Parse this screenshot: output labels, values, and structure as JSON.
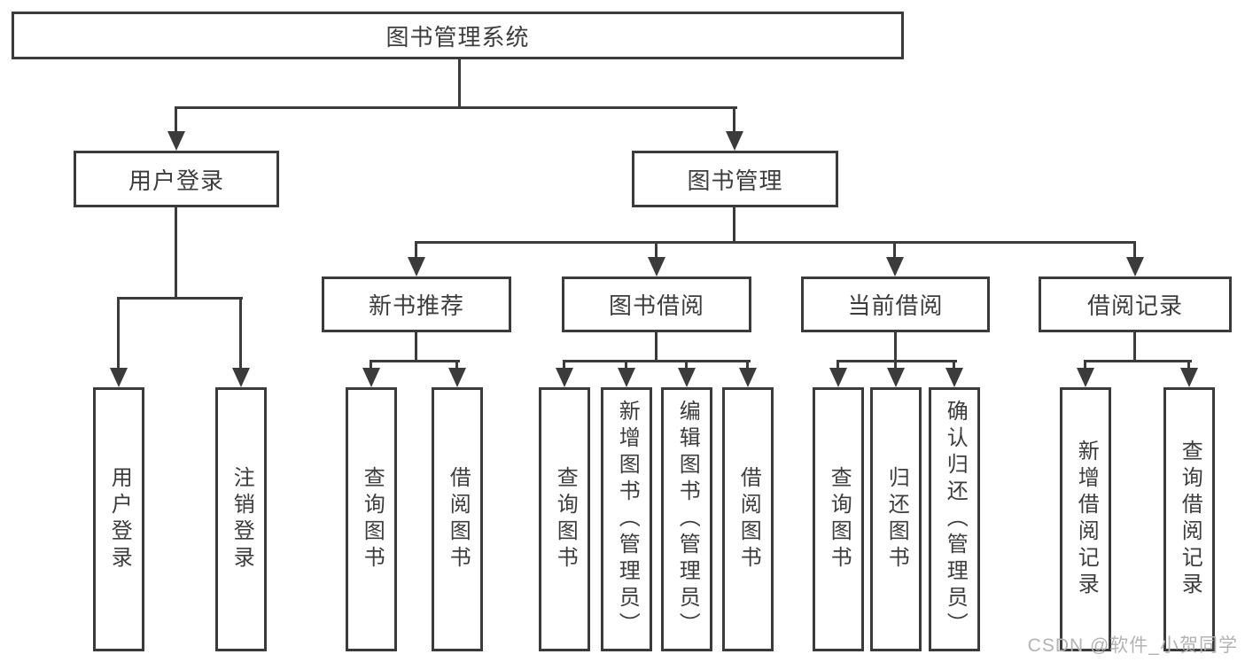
{
  "colors": {
    "line": "#3b3b3b",
    "text": "#3d3d3d",
    "box_fill": "#ffffff",
    "watermark": "#b3b3b3",
    "background": "#ffffff"
  },
  "watermark": "CSDN @软件_小贺同学",
  "tree": {
    "label": "图书管理系统",
    "children": [
      {
        "label": "用户登录",
        "children": [
          {
            "label": "用户登录"
          },
          {
            "label": "注销登录"
          }
        ]
      },
      {
        "label": "图书管理",
        "children": [
          {
            "label": "新书推荐",
            "children": [
              {
                "label": "查询图书"
              },
              {
                "label": "借阅图书"
              }
            ]
          },
          {
            "label": "图书借阅",
            "children": [
              {
                "label": "查询图书"
              },
              {
                "label": "新增图书（管理员）"
              },
              {
                "label": "编辑图书（管理员）"
              },
              {
                "label": "借阅图书"
              }
            ]
          },
          {
            "label": "当前借阅",
            "children": [
              {
                "label": "查询图书"
              },
              {
                "label": "归还图书"
              },
              {
                "label": "确认归还（管理员）"
              }
            ]
          },
          {
            "label": "借阅记录",
            "children": [
              {
                "label": "新增借阅记录"
              },
              {
                "label": "查询借阅记录"
              }
            ]
          }
        ]
      }
    ]
  }
}
